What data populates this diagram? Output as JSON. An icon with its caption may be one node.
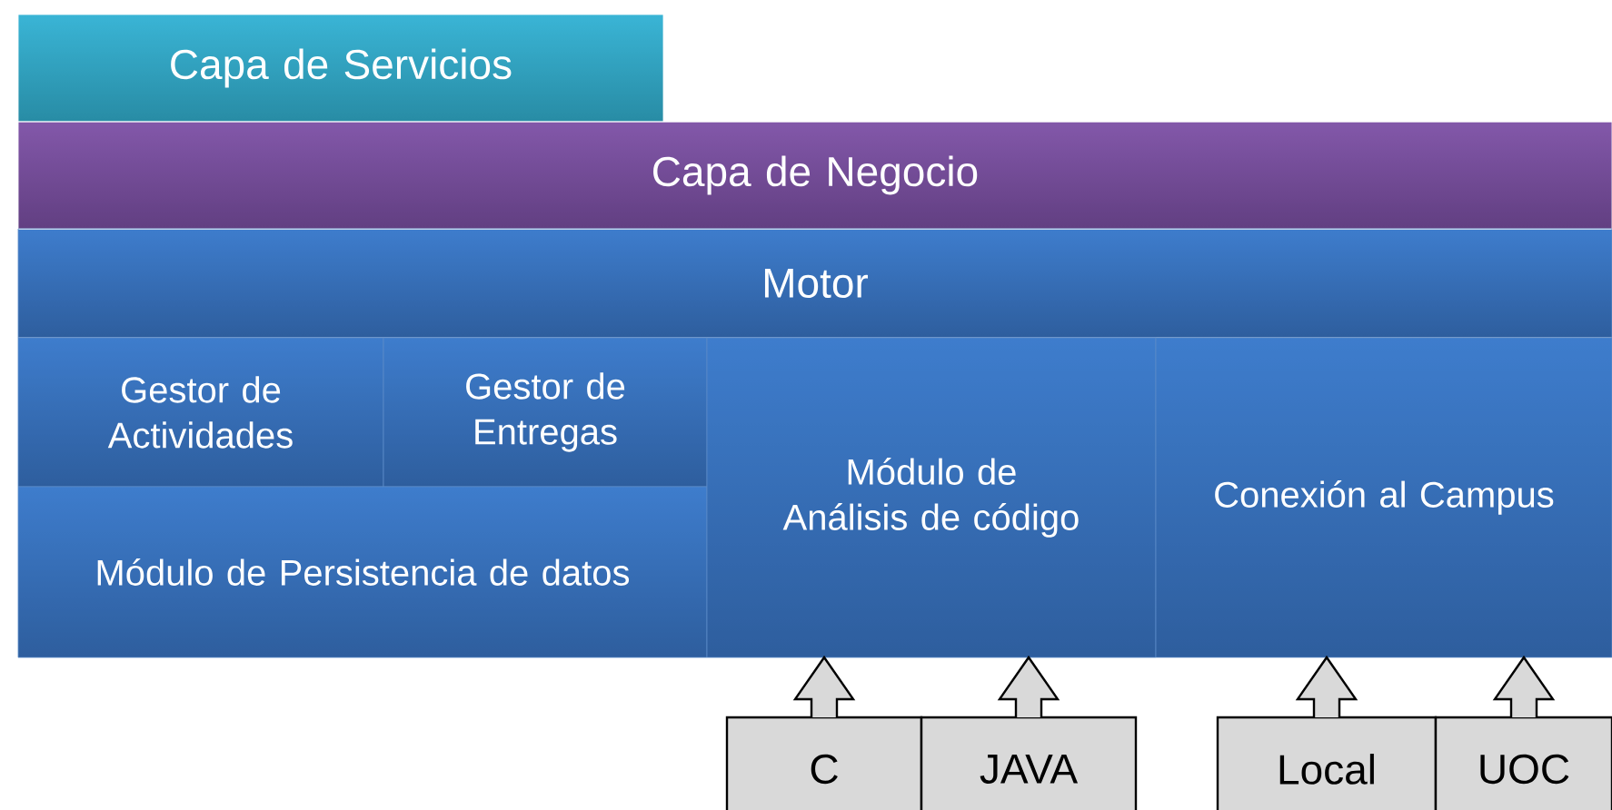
{
  "diagram": {
    "nodes": [
      {
        "text": [
          "Capa de Servicios"
        ]
      },
      {
        "text": [
          "Capa de Negocio"
        ]
      },
      {
        "text": [
          "Motor"
        ]
      },
      {
        "text": [
          "Gestor de Actividades"
        ]
      },
      {
        "text": [
          "Gestor de Entregas"
        ]
      },
      {
        "text": [
          "Módulo de Persistencia de datos"
        ]
      },
      {
        "text": [
          "Módulo de Análisis de código"
        ]
      },
      {
        "text": [
          "Conexión al Campus"
        ]
      },
      {
        "text": [
          "C"
        ]
      },
      {
        "text": [
          "JAVA"
        ]
      },
      {
        "text": [
          "Local"
        ]
      },
      {
        "text": [
          "UOC"
        ]
      }
    ],
    "edges": [
      {
        "from": 8,
        "to": 6,
        "arrow": "to"
      },
      {
        "from": 9,
        "to": 6,
        "arrow": "to"
      },
      {
        "from": 10,
        "to": 7,
        "arrow": "to"
      },
      {
        "from": 11,
        "to": 7,
        "arrow": "to"
      }
    ]
  }
}
